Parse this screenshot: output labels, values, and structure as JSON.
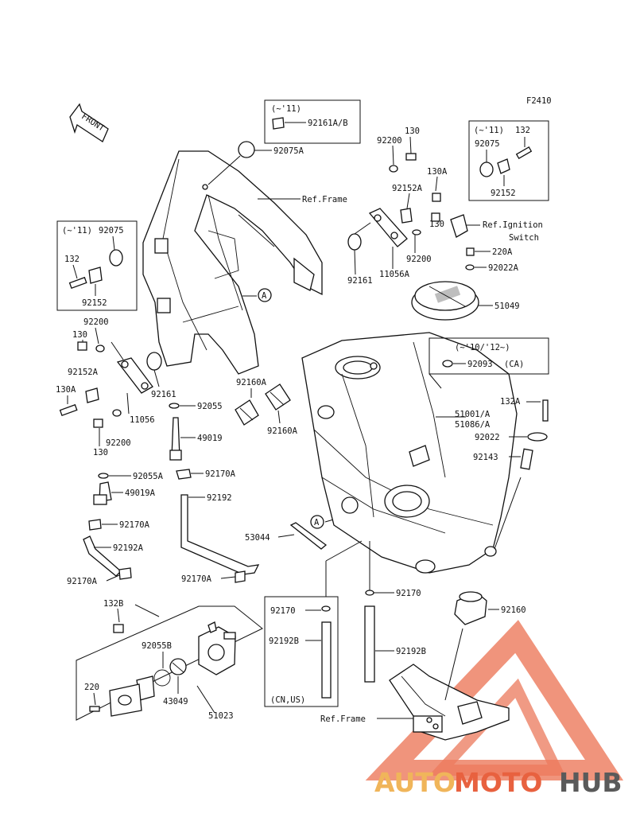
{
  "figure_code": "F2410",
  "front_label": "FRONT",
  "callouts": {
    "A": "A"
  },
  "boxes": {
    "top_center": {
      "note": "(~'11)",
      "part": "92161A/B"
    },
    "top_right": {
      "note": "(~'11)",
      "parts": [
        "132",
        "92075",
        "92152"
      ]
    },
    "left": {
      "note": "(~'11)",
      "parts": [
        "92075",
        "132",
        "92152"
      ]
    },
    "cap": {
      "note": "(~'10/'12~)",
      "part": "92093",
      "region": "(CA)"
    },
    "filter": {
      "parts": [
        "92170",
        "92192B"
      ],
      "region": "(CN,US)"
    }
  },
  "labels": {
    "p92075A": "92075A",
    "ref_frame": "Ref.Frame",
    "p130_top": "130",
    "p92200_top": "92200",
    "p130A_top": "130A",
    "p92152A_top": "92152A",
    "p130_mid": "130",
    "ref_ignition_1": "Ref.Ignition",
    "ref_ignition_2": "Switch",
    "p220A": "220A",
    "p92022A": "92022A",
    "p92200_mid": "92200",
    "p92161_top": "92161",
    "p11056A": "11056A",
    "p51049": "51049",
    "p92200_left": "92200",
    "p130_left": "130",
    "p92152A_left": "92152A",
    "p130A_left": "130A",
    "p92161_left": "92161",
    "p11056": "11056",
    "p92200_left2": "92200",
    "p130_left2": "130",
    "p92160A_1": "92160A",
    "p92160A_2": "92160A",
    "p92055": "92055",
    "p49019": "49019",
    "p51001": "51001/A",
    "p51086": "51086/A",
    "p132A": "132A",
    "p92022": "92022",
    "p92143": "92143",
    "p92055A": "92055A",
    "p92170A_1": "92170A",
    "p49019A": "49019A",
    "p92192": "92192",
    "p92170A_2": "92170A",
    "p53044": "53044",
    "p92192A": "92192A",
    "p92170A_3": "92170A",
    "p92170A_4": "92170A",
    "p92170_right": "92170",
    "p132B": "132B",
    "p92160": "92160",
    "p92055B": "92055B",
    "p92192B_right": "92192B",
    "p220": "220",
    "p43049": "43049",
    "p51023": "51023",
    "ref_frame_bottom": "Ref.Frame"
  },
  "watermark": {
    "part1": "AUTO",
    "part2": "MOTO",
    "part3": "HUB",
    "colors": {
      "auto": "#f0b55a",
      "moto": "#e8613f",
      "hub": "#5a5a5a",
      "triangle": "#e8613f"
    }
  }
}
